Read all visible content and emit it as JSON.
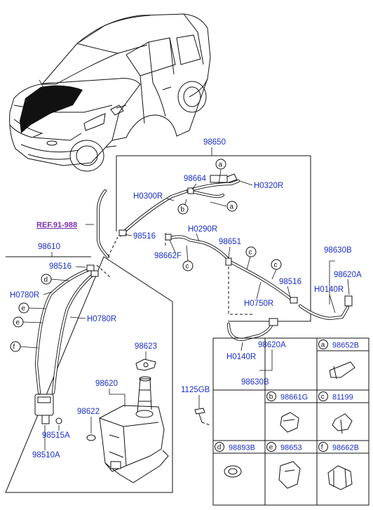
{
  "callouts": {
    "assy_98650": "98650",
    "p_98664": "98664",
    "p_h0300r": "H0300R",
    "p_h0320r": "H0320R",
    "p_98516_a": "98516",
    "p_h0290r": "H0290R",
    "p_98651": "98651",
    "p_98662f": "98662F",
    "p_98516_b": "98516",
    "p_h0750r": "H0750R",
    "p_98630b_a": "98630B",
    "p_98620a_a": "98620A",
    "p_h0140r_a": "H0140R",
    "p_98620a_b": "98620A",
    "p_h0140r_b": "H0140R",
    "p_98630b_b": "98630B",
    "assy_98610": "98610",
    "p_98516_c": "98516",
    "p_h0780r_a": "H0780R",
    "p_h0780r_b": "H0780R",
    "p_98623": "98623",
    "p_98620": "98620",
    "p_98622": "98622",
    "p_1125gb": "1125GB",
    "p_98515a": "98515A",
    "p_98510a": "98510A"
  },
  "reference": {
    "label": "REF.91-988"
  },
  "markers": {
    "a": "a",
    "b": "b",
    "c": "c",
    "d": "d",
    "e": "e",
    "f": "f"
  },
  "legend": [
    {
      "letter": "a",
      "part": "98652B",
      "icon": "hose-clip-icon"
    },
    {
      "letter": "b",
      "part": "98661G",
      "icon": "hose-clamp-icon"
    },
    {
      "letter": "c",
      "part": "81199",
      "icon": "retainer-clip-icon"
    },
    {
      "letter": "d",
      "part": "98893B",
      "icon": "grommet-icon"
    },
    {
      "letter": "e",
      "part": "98653",
      "icon": "hose-holder-icon"
    },
    {
      "letter": "f",
      "part": "98662B",
      "icon": "connector-icon"
    }
  ]
}
